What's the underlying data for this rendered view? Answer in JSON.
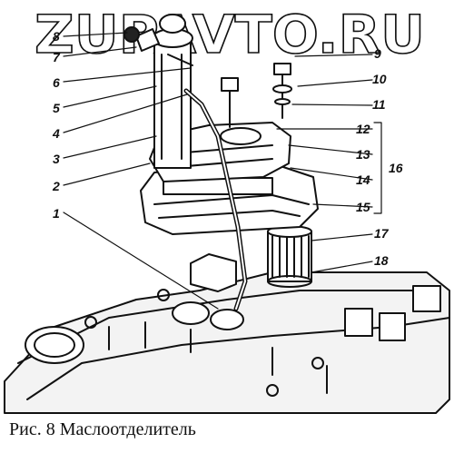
{
  "watermark": {
    "text": "ZUPAVTO.RU"
  },
  "caption": {
    "text": "Рис. 8 Маслоотделитель"
  },
  "callouts": [
    "8",
    "7",
    "6",
    "5",
    "4",
    "3",
    "2",
    "1",
    "9",
    "10",
    "11",
    "12",
    "13",
    "14",
    "15",
    "16",
    "17",
    "18"
  ],
  "colors": {
    "ink": "#111111",
    "paper": "#ffffff"
  }
}
